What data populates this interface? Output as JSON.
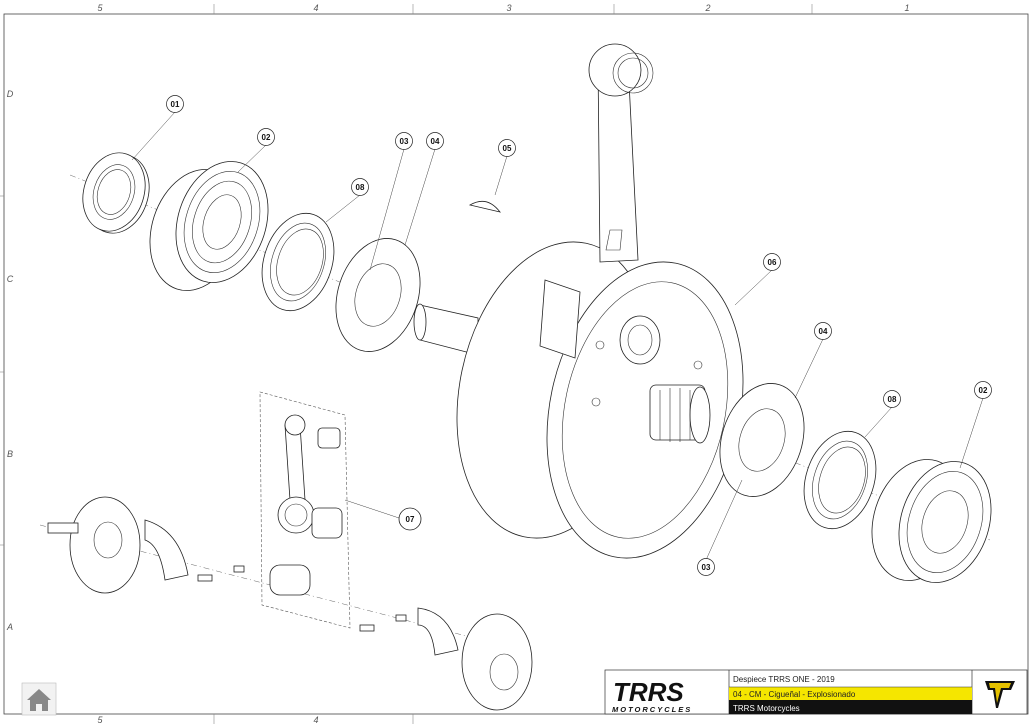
{
  "frame": {
    "top_columns": [
      "5",
      "4",
      "3",
      "2",
      "1"
    ],
    "bottom_columns": [
      "5",
      "4"
    ],
    "rows": [
      "D",
      "C",
      "B",
      "A"
    ]
  },
  "callouts": {
    "c01": "01",
    "c02a": "02",
    "c08a": "08",
    "c03a": "03",
    "c04a": "04",
    "c05": "05",
    "c06": "06",
    "c04b": "04",
    "c08b": "08",
    "c02b": "02",
    "c03b": "03",
    "c07": "07"
  },
  "title_block": {
    "brand_logo": "TRRS",
    "brand_tagline": "MOTORCYCLES",
    "line1": "Despiece TRRS ONE - 2019",
    "line2": "04 - CM - Cigueñal - Explosionado",
    "line3": "TRRS Motorcycles",
    "highlight_color": "#f5e600",
    "dark_color": "#111111",
    "emblem_icon": "trrs-t-emblem-icon"
  },
  "nav": {
    "home_icon": "home-icon"
  }
}
